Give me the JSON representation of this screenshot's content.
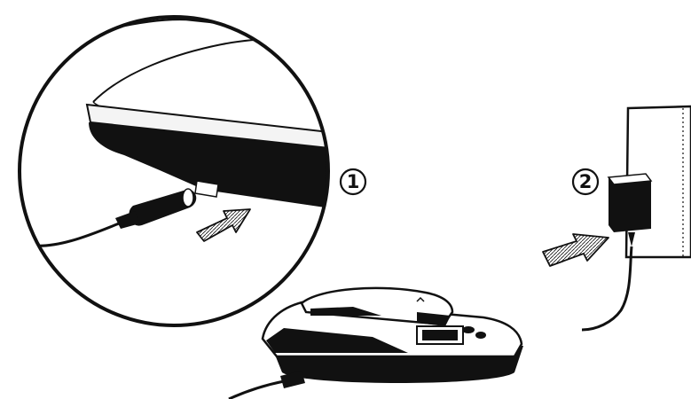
{
  "steps": [
    {
      "number": "1"
    },
    {
      "number": "2"
    }
  ],
  "colors": {
    "ink": "#111111",
    "background": "#ffffff"
  },
  "icons": [
    "zoom-detail-circle",
    "dc-plug",
    "push-arrow",
    "charging-base",
    "power-adapter",
    "wall-outlet"
  ]
}
